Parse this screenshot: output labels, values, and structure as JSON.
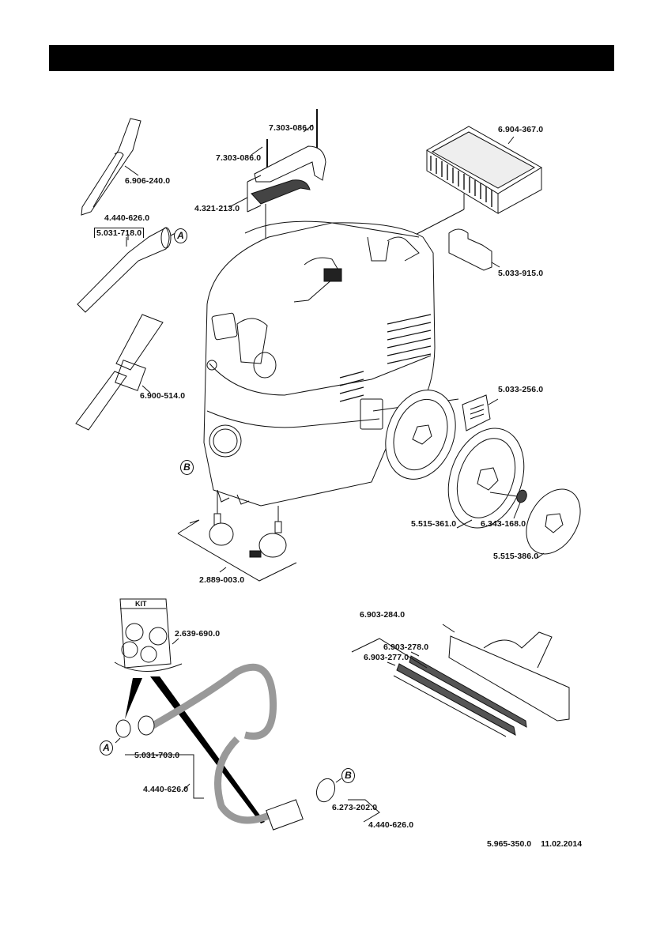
{
  "document": {
    "header_bar_text": "",
    "footer": {
      "doc_number": "5.965-350.0",
      "date": "11.02.2014"
    }
  },
  "parts": {
    "crevice_nozzle": "6.906-240.0",
    "bend_primary": "4.440-626.0",
    "bend_secondary": "5.031-718.0",
    "suction_tubes": "6.900-514.0",
    "screw_1": "7.303-086.0",
    "screw_2": "7.303-086.0",
    "handle": "4.321-213.0",
    "flat_filter": "6.904-367.0",
    "hose_holder": "5.033-915.0",
    "side_cover": "5.033-256.0",
    "wheel": "5.515-361.0",
    "wheel_clip": "6.343-168.0",
    "hub_cap": "5.515-386.0",
    "castors": "2.889-003.0",
    "adapter_kit": "2.639-690.0",
    "floor_nozzle": "6.903-284.0",
    "wiper_strip_1": "6.903-278.0",
    "wiper_strip_2": "6.903-277.0",
    "hose_ring_a": "5.031-703.0",
    "hose_assembly": "4.440-626.0",
    "hose_ring_b": "6.273-202.0",
    "hose_assembly_b": "4.440-626.0"
  },
  "markers": {
    "a": "A",
    "b": "B"
  },
  "kit_label": "KIT"
}
